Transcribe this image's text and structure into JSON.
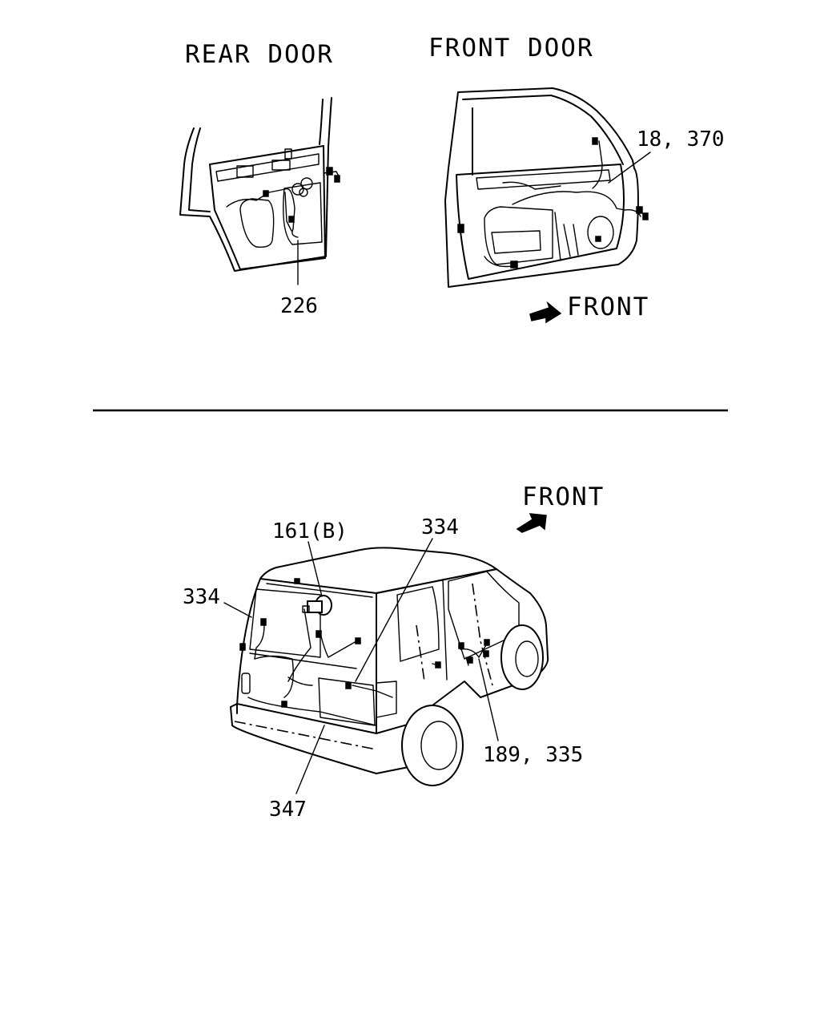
{
  "rear_door": {
    "title": "REAR DOOR",
    "callout": "226"
  },
  "front_door": {
    "title": "FRONT DOOR",
    "callout": "18, 370",
    "direction": "FRONT"
  },
  "vehicle": {
    "direction": "FRONT",
    "callouts": {
      "c161": "161(B)",
      "c334_top": "334",
      "c334_left": "334",
      "c189": "189, 335",
      "c347": "347"
    }
  }
}
